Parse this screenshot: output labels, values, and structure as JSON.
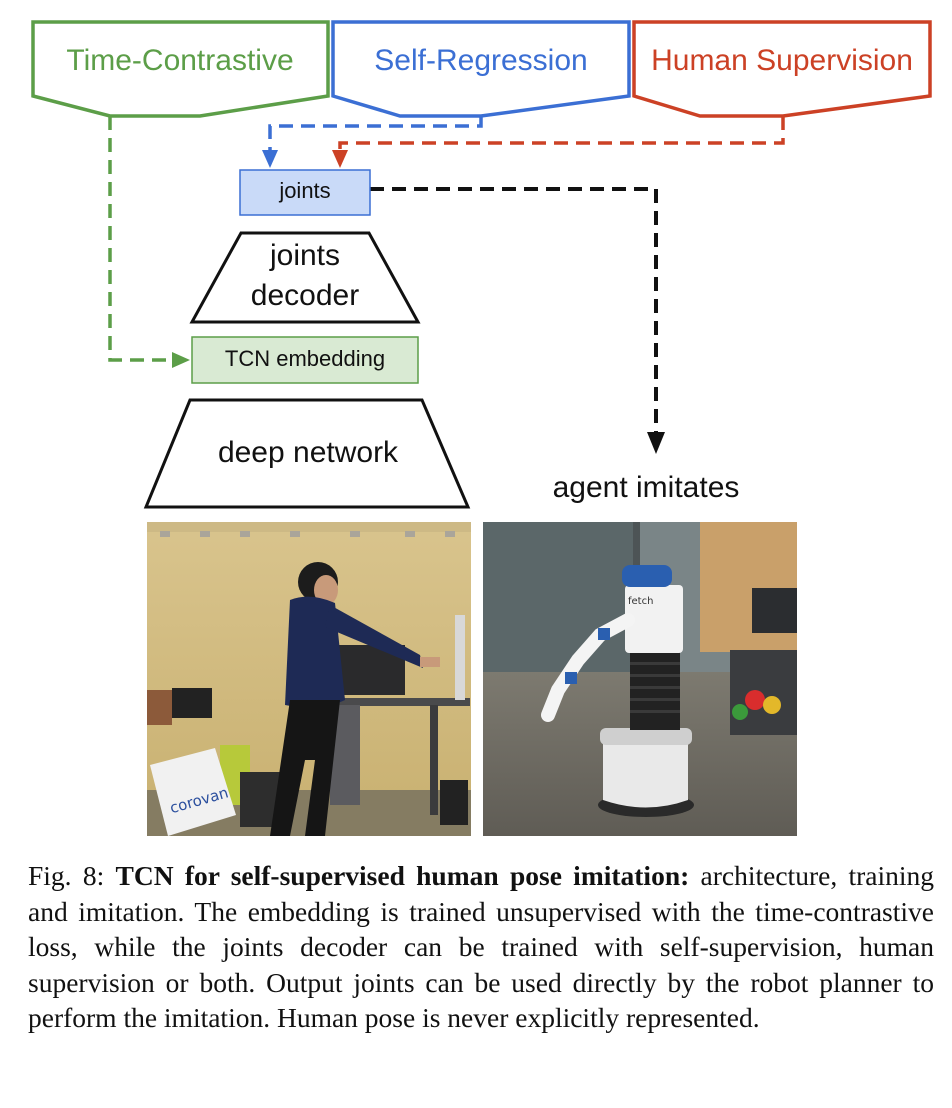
{
  "sources": {
    "time_contrastive": {
      "label": "Time-Contrastive",
      "color": "#5c9e48"
    },
    "self_regression": {
      "label": "Self-Regression",
      "color": "#3b6fd4"
    },
    "human_supervision": {
      "label": "Human Supervision",
      "color": "#cc4125"
    }
  },
  "nodes": {
    "joints": "joints",
    "joints_decoder_line1": "joints",
    "joints_decoder_line2": "decoder",
    "tcn_embedding": "TCN embedding",
    "deep_network": "deep network",
    "agent_imitates": "agent imitates"
  },
  "images": {
    "human": {
      "logo_text": "corovan"
    },
    "robot": {
      "head_text": "fetch"
    }
  },
  "caption": {
    "label": "Fig. 8: ",
    "title": "TCN for self-supervised human pose imitation:",
    "body": " architecture, training and imitation. The embedding is trained unsupervised with the time-contrastive loss, while the joints decoder can be trained with self-supervision, human supervision or both. Output joints can be used directly by the robot planner to perform the imitation. Human pose is never explicitly represented."
  }
}
